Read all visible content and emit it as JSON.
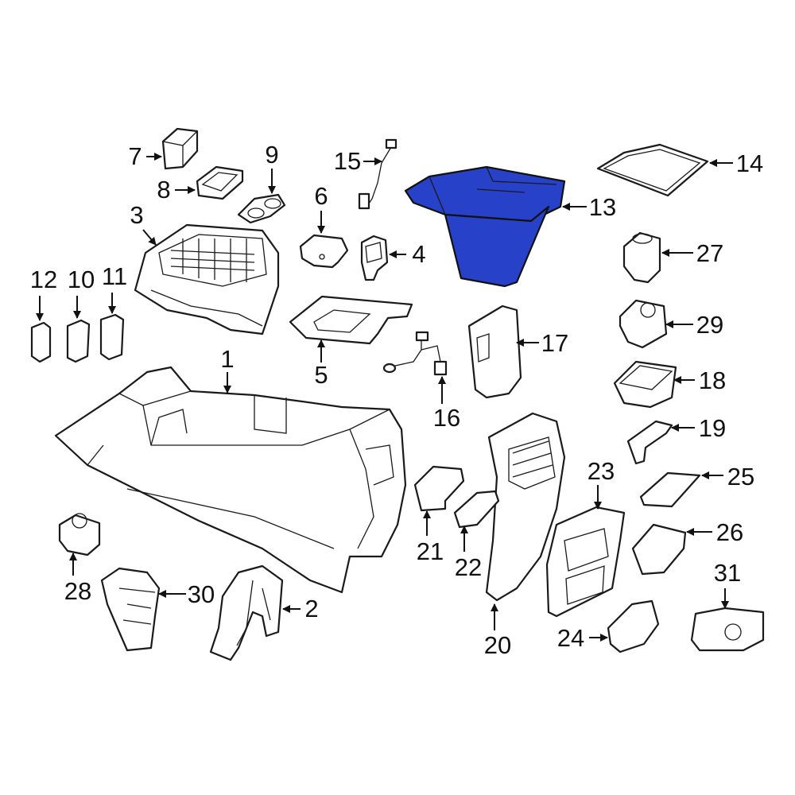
{
  "diagram": {
    "highlight_color": "#2742c8",
    "highlighted_part": "13",
    "callouts": [
      "1",
      "2",
      "3",
      "4",
      "5",
      "6",
      "7",
      "8",
      "9",
      "10",
      "11",
      "12",
      "13",
      "14",
      "15",
      "16",
      "17",
      "18",
      "19",
      "20",
      "21",
      "22",
      "23",
      "24",
      "25",
      "26",
      "27",
      "28",
      "29",
      "30",
      "31"
    ]
  }
}
